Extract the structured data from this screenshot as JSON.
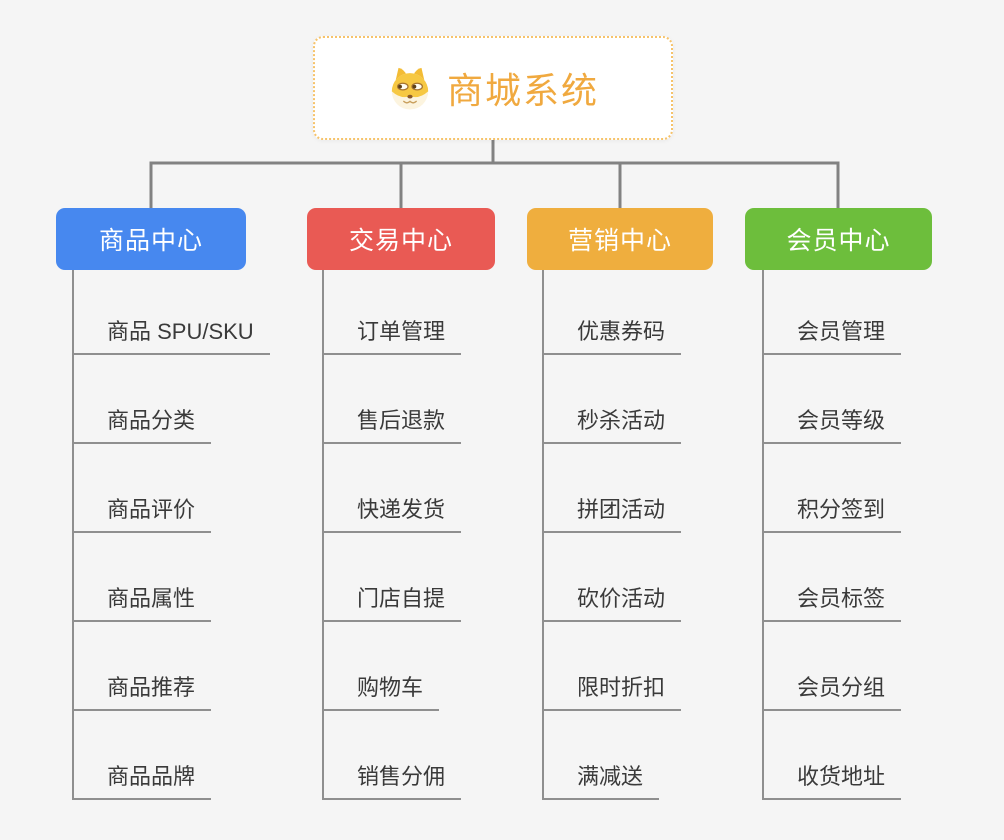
{
  "root": {
    "title": "商城系统",
    "icon": "dog-face-icon",
    "title_color": "#F0A93F",
    "border_color": "#F6C36B"
  },
  "colors": {
    "connector": "#828282",
    "trunk": "#8F8F8F",
    "leaf_text": "#3A3A3A"
  },
  "branches": [
    {
      "label": "商品中心",
      "color": "#4788EF",
      "items": [
        "商品 SPU/SKU",
        "商品分类",
        "商品评价",
        "商品属性",
        "商品推荐",
        "商品品牌"
      ]
    },
    {
      "label": "交易中心",
      "color": "#E95A54",
      "items": [
        "订单管理",
        "售后退款",
        "快递发货",
        "门店自提",
        "购物车",
        "销售分佣"
      ]
    },
    {
      "label": "营销中心",
      "color": "#EFAE3E",
      "items": [
        "优惠券码",
        "秒杀活动",
        "拼团活动",
        "砍价活动",
        "限时折扣",
        "满减送"
      ]
    },
    {
      "label": "会员中心",
      "color": "#6DBE3C",
      "items": [
        "会员管理",
        "会员等级",
        "积分签到",
        "会员标签",
        "会员分组",
        "收货地址"
      ]
    }
  ]
}
